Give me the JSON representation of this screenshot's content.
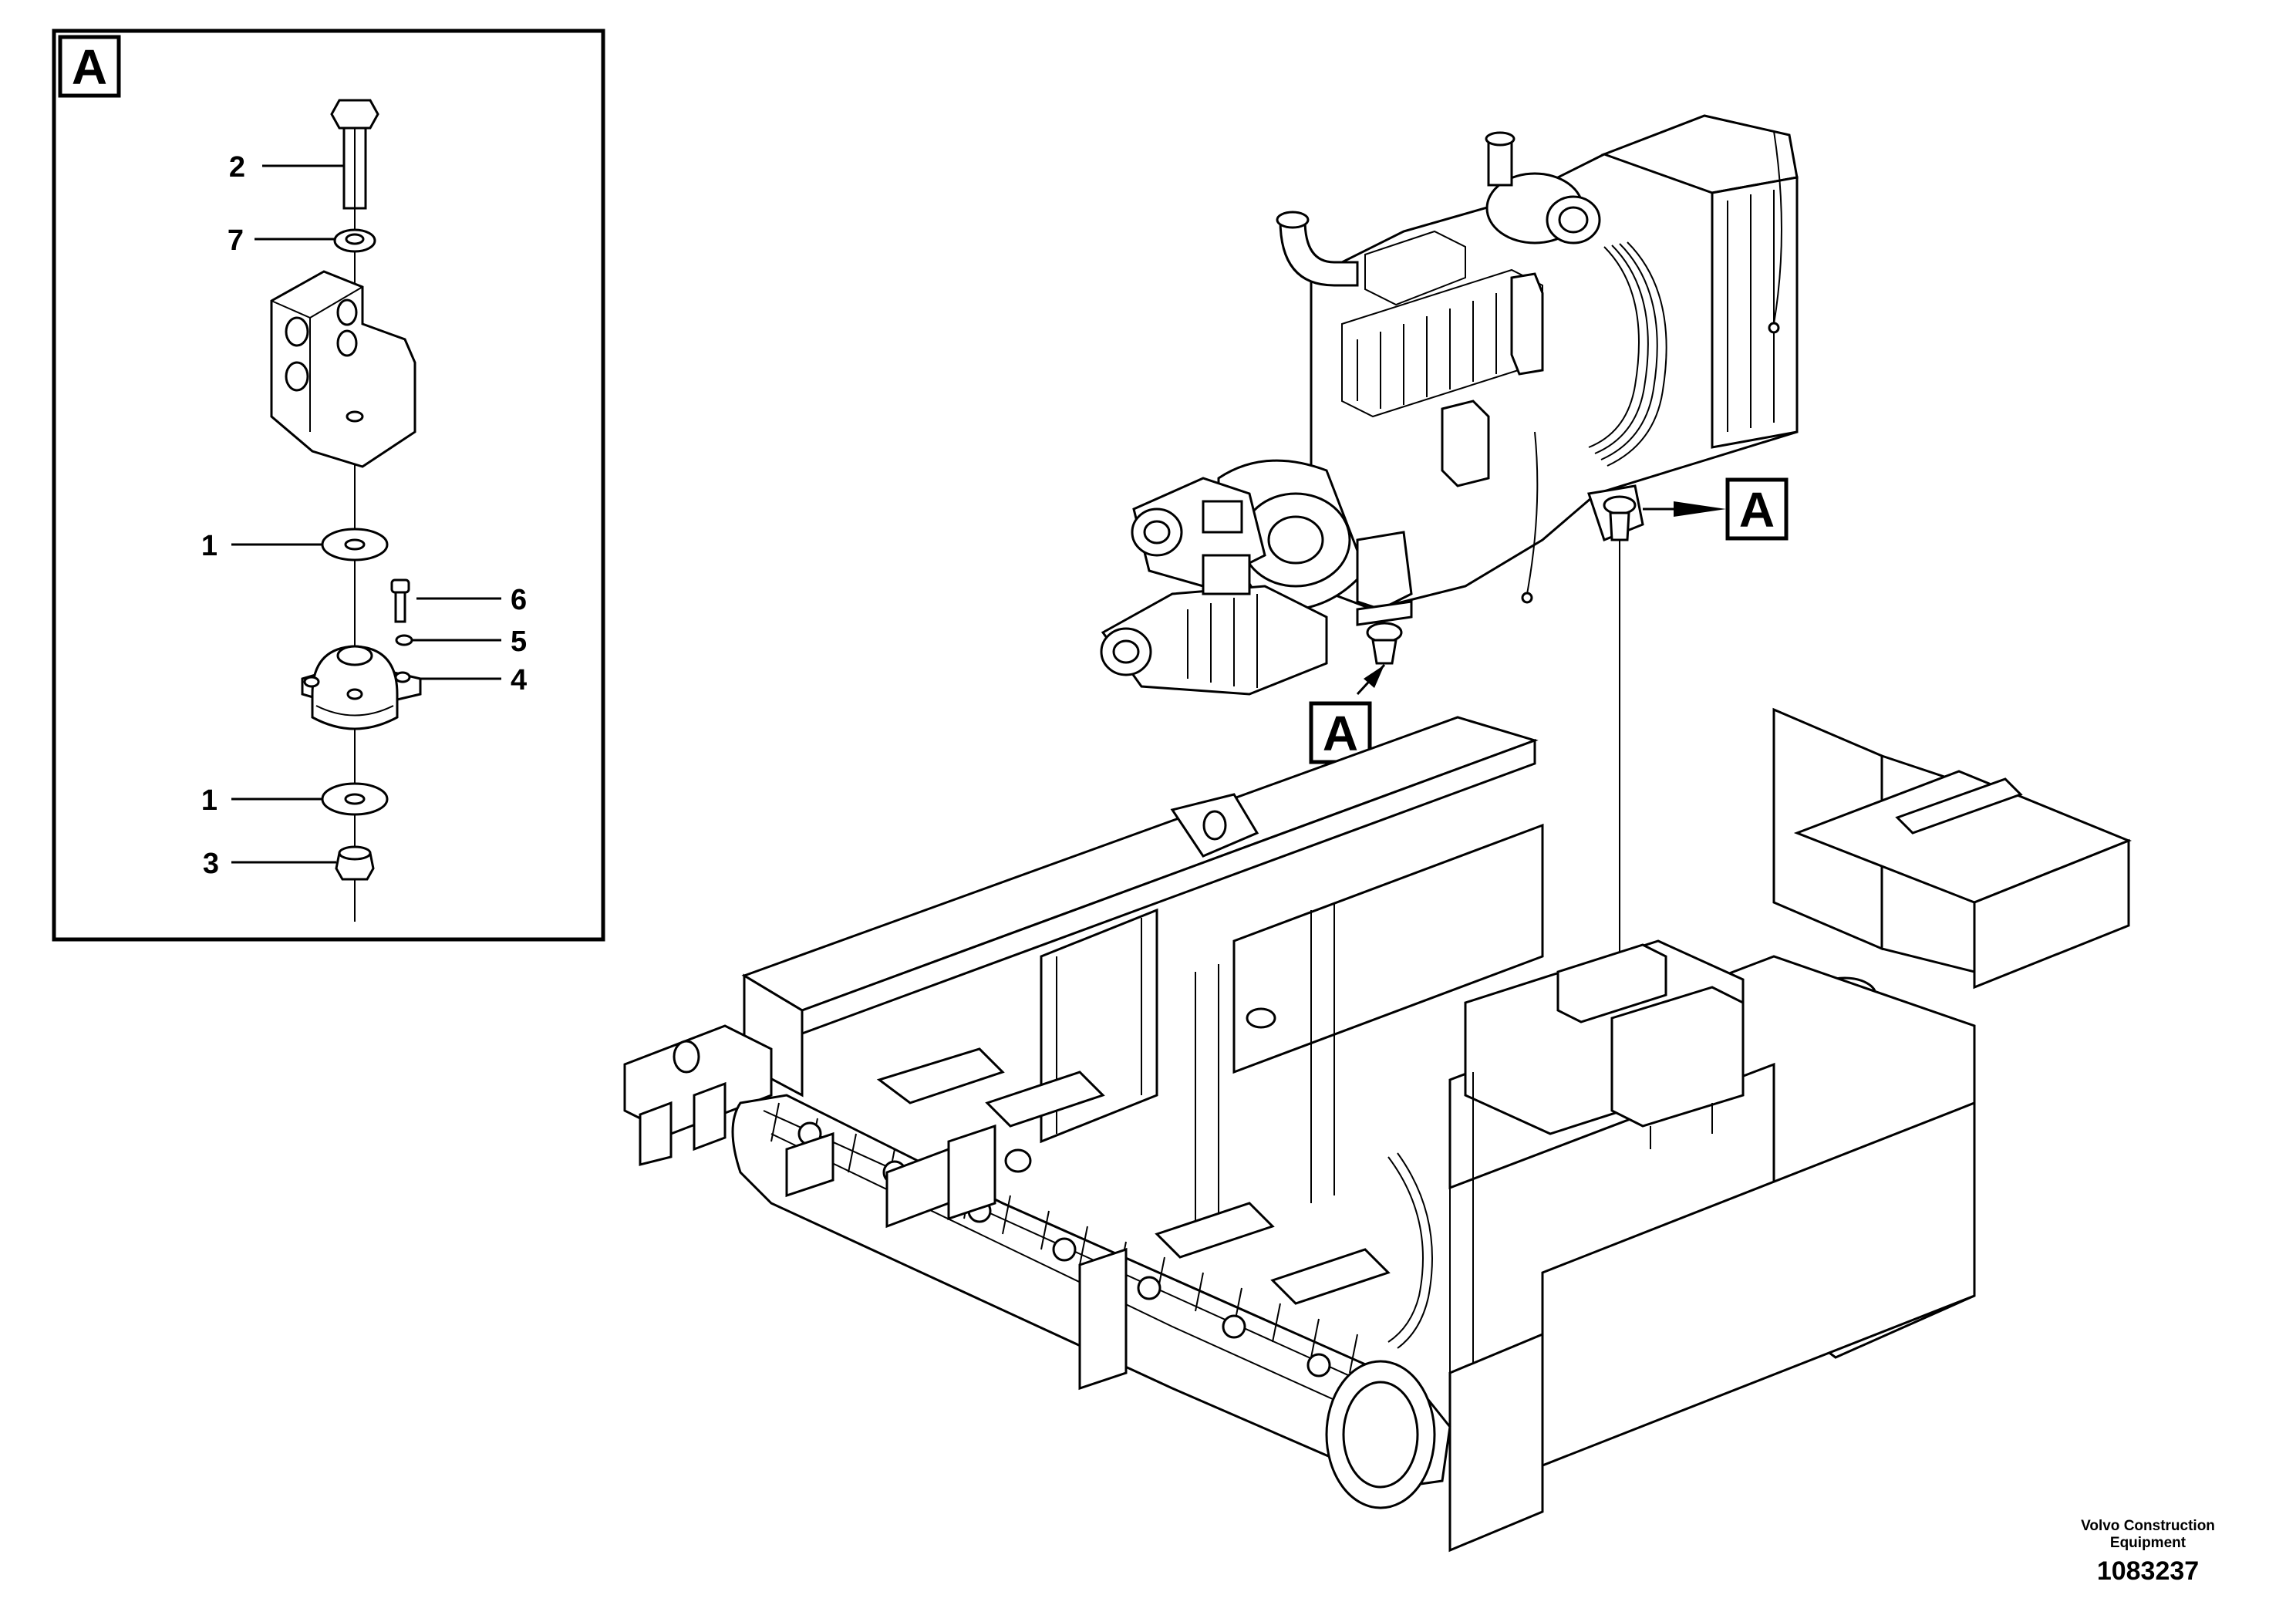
{
  "detail_view": {
    "callout": "A",
    "labels": [
      "2",
      "7",
      "1",
      "6",
      "5",
      "4",
      "1",
      "3"
    ]
  },
  "assembly_view": {
    "callouts": [
      "A",
      "A"
    ]
  },
  "footer": {
    "brand_line1": "Volvo Construction",
    "brand_line2": "Equipment",
    "drawing_number": "1083237"
  }
}
